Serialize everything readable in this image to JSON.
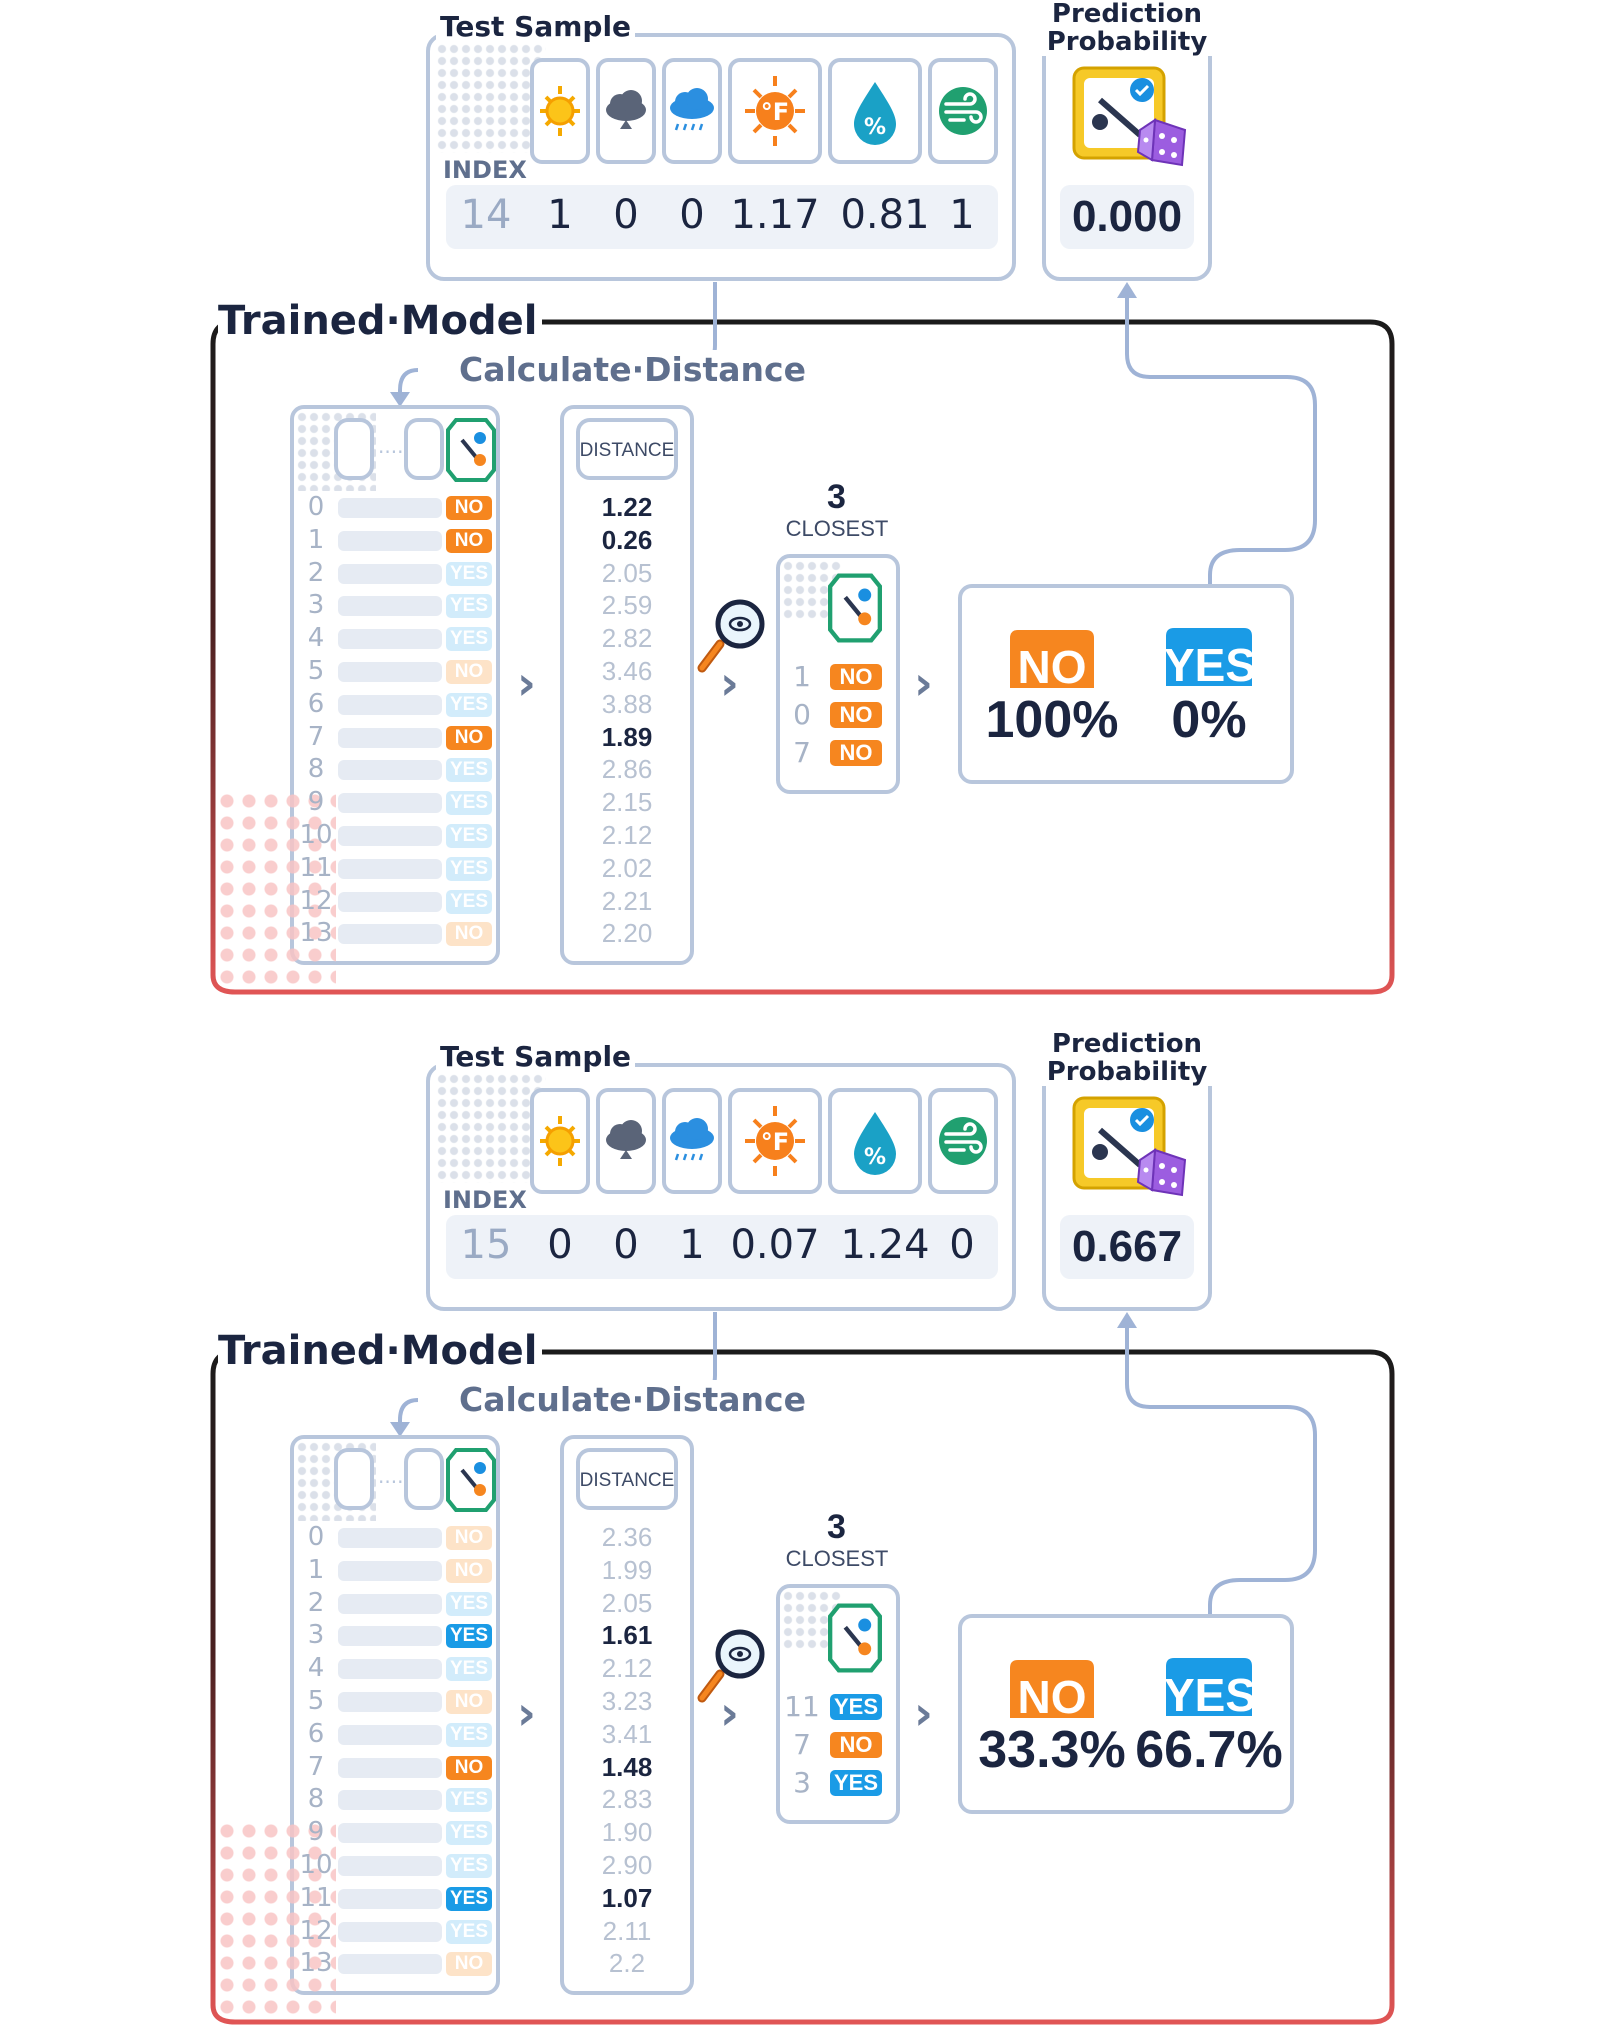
{
  "panels": [
    {
      "test_sample_title": "Test Sample",
      "index_label": "INDEX",
      "index_value": "14",
      "features": [
        "1",
        "0",
        "0",
        "1.17",
        "0.81",
        "1"
      ],
      "prob_title_line1": "Prediction",
      "prob_title_line2": "Probability",
      "prob_value": "0.000",
      "trained_model_label": "Trained·Model",
      "calc_distance_label": "Calculate·Distance",
      "distance_header": "DISTANCE",
      "closest_k": "3",
      "closest_label": "CLOSEST",
      "rows": [
        {
          "i": "0",
          "label": "NO",
          "dist": "1.22",
          "hl": true
        },
        {
          "i": "1",
          "label": "NO",
          "dist": "0.26",
          "hl": true
        },
        {
          "i": "2",
          "label": "YES",
          "dist": "2.05",
          "hl": false
        },
        {
          "i": "3",
          "label": "YES",
          "dist": "2.59",
          "hl": false
        },
        {
          "i": "4",
          "label": "YES",
          "dist": "2.82",
          "hl": false
        },
        {
          "i": "5",
          "label": "NO",
          "dist": "3.46",
          "hl": false
        },
        {
          "i": "6",
          "label": "YES",
          "dist": "3.88",
          "hl": false
        },
        {
          "i": "7",
          "label": "NO",
          "dist": "1.89",
          "hl": true
        },
        {
          "i": "8",
          "label": "YES",
          "dist": "2.86",
          "hl": false
        },
        {
          "i": "9",
          "label": "YES",
          "dist": "2.15",
          "hl": false
        },
        {
          "i": "10",
          "label": "YES",
          "dist": "2.12",
          "hl": false
        },
        {
          "i": "11",
          "label": "YES",
          "dist": "2.02",
          "hl": false
        },
        {
          "i": "12",
          "label": "YES",
          "dist": "2.21",
          "hl": false
        },
        {
          "i": "13",
          "label": "NO",
          "dist": "2.20",
          "hl": false
        }
      ],
      "closest": [
        {
          "i": "1",
          "label": "NO"
        },
        {
          "i": "0",
          "label": "NO"
        },
        {
          "i": "7",
          "label": "NO"
        }
      ],
      "vote_no_label": "NO",
      "vote_yes_label": "YES",
      "vote_no_pct": "100%",
      "vote_yes_pct": "0%"
    },
    {
      "test_sample_title": "Test Sample",
      "index_label": "INDEX",
      "index_value": "15",
      "features": [
        "0",
        "0",
        "1",
        "0.07",
        "1.24",
        "0"
      ],
      "prob_title_line1": "Prediction",
      "prob_title_line2": "Probability",
      "prob_value": "0.667",
      "trained_model_label": "Trained·Model",
      "calc_distance_label": "Calculate·Distance",
      "distance_header": "DISTANCE",
      "closest_k": "3",
      "closest_label": "CLOSEST",
      "rows": [
        {
          "i": "0",
          "label": "NO",
          "dist": "2.36",
          "hl": false
        },
        {
          "i": "1",
          "label": "NO",
          "dist": "1.99",
          "hl": false
        },
        {
          "i": "2",
          "label": "YES",
          "dist": "2.05",
          "hl": false
        },
        {
          "i": "3",
          "label": "YES",
          "dist": "1.61",
          "hl": true
        },
        {
          "i": "4",
          "label": "YES",
          "dist": "2.12",
          "hl": false
        },
        {
          "i": "5",
          "label": "NO",
          "dist": "3.23",
          "hl": false
        },
        {
          "i": "6",
          "label": "YES",
          "dist": "3.41",
          "hl": false
        },
        {
          "i": "7",
          "label": "NO",
          "dist": "1.48",
          "hl": true
        },
        {
          "i": "8",
          "label": "YES",
          "dist": "2.83",
          "hl": false
        },
        {
          "i": "9",
          "label": "YES",
          "dist": "1.90",
          "hl": false
        },
        {
          "i": "10",
          "label": "YES",
          "dist": "2.90",
          "hl": false
        },
        {
          "i": "11",
          "label": "YES",
          "dist": "1.07",
          "hl": true
        },
        {
          "i": "12",
          "label": "YES",
          "dist": "2.11",
          "hl": false
        },
        {
          "i": "13",
          "label": "NO",
          "dist": "2.2",
          "hl": false
        }
      ],
      "closest": [
        {
          "i": "11",
          "label": "YES"
        },
        {
          "i": "7",
          "label": "NO"
        },
        {
          "i": "3",
          "label": "YES"
        }
      ],
      "vote_no_label": "NO",
      "vote_yes_label": "YES",
      "vote_no_pct": "33.3%",
      "vote_yes_pct": "66.7%"
    }
  ],
  "colors": {
    "no": "#f6861f",
    "yes": "#1a9be6",
    "card_border": "#b8c6dc",
    "text_dark": "#1b2540",
    "text_muted": "#a7b3c6"
  },
  "icons": [
    "sun-icon",
    "cloud-icon",
    "rain-cloud-icon",
    "temperature-icon",
    "humidity-icon",
    "wind-icon",
    "golf-icon",
    "dice-icon",
    "magnifier-icon",
    "chevron-right-icon",
    "arrow-icon"
  ]
}
